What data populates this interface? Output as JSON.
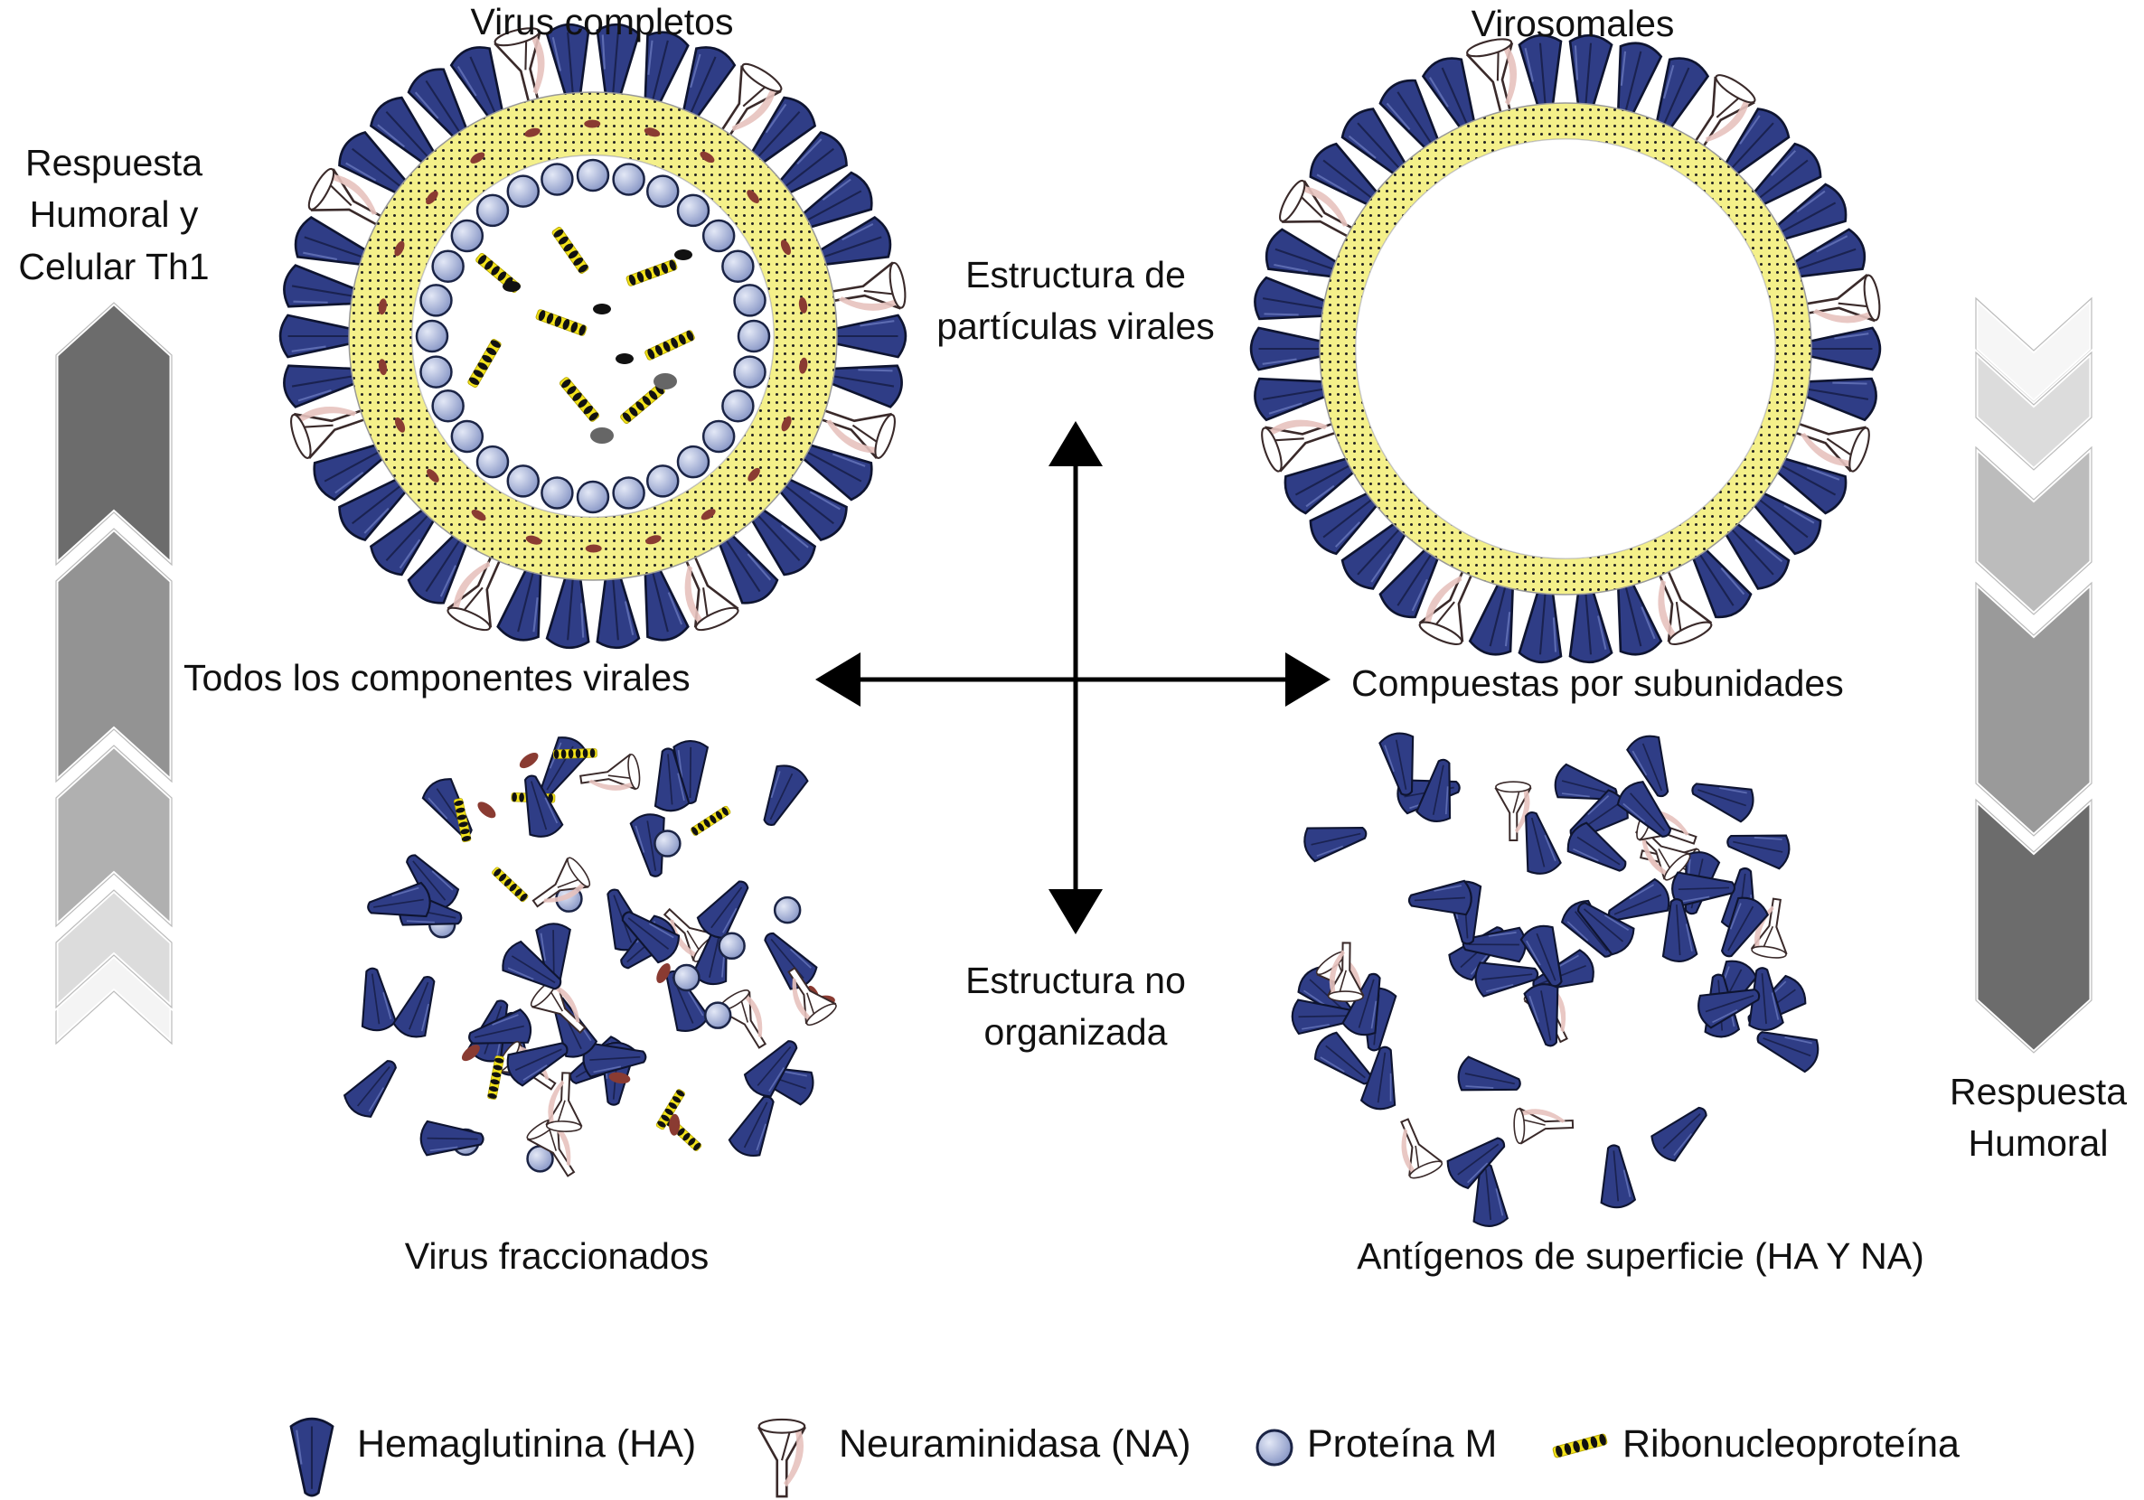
{
  "quadrants": {
    "top_left": "Virus completos",
    "top_right": "Virosomales",
    "bottom_left": "Virus fraccionados",
    "bottom_right": "Antígenos de superficie (HA Y NA)"
  },
  "axes": {
    "up": "Estructura de partículas virales",
    "down": "Estructura no organizada",
    "left": "Todos los componentes virales",
    "right": "Compuestas por subunidades"
  },
  "side_labels": {
    "left": "Respuesta Humoral y Celular Th1",
    "right": "Respuesta Humoral"
  },
  "legend": [
    {
      "icon": "hemagglutinin-icon",
      "label": "Hemaglutinina (HA)"
    },
    {
      "icon": "neuraminidase-icon",
      "label": "Neuraminidasa (NA)"
    },
    {
      "icon": "protein-m-icon",
      "label": "Proteína M"
    },
    {
      "icon": "ribonucleoprotein-icon",
      "label": "Ribonucleoproteína"
    }
  ],
  "colors": {
    "hemagglutinin": "#2f3d86",
    "neuraminidase": "#e7c2be",
    "protein_m": "#a9b5d9",
    "membrane": "#f4f08a",
    "m_ellipse": "#8a3b32",
    "rnp_yellow": "#f2e21c"
  }
}
